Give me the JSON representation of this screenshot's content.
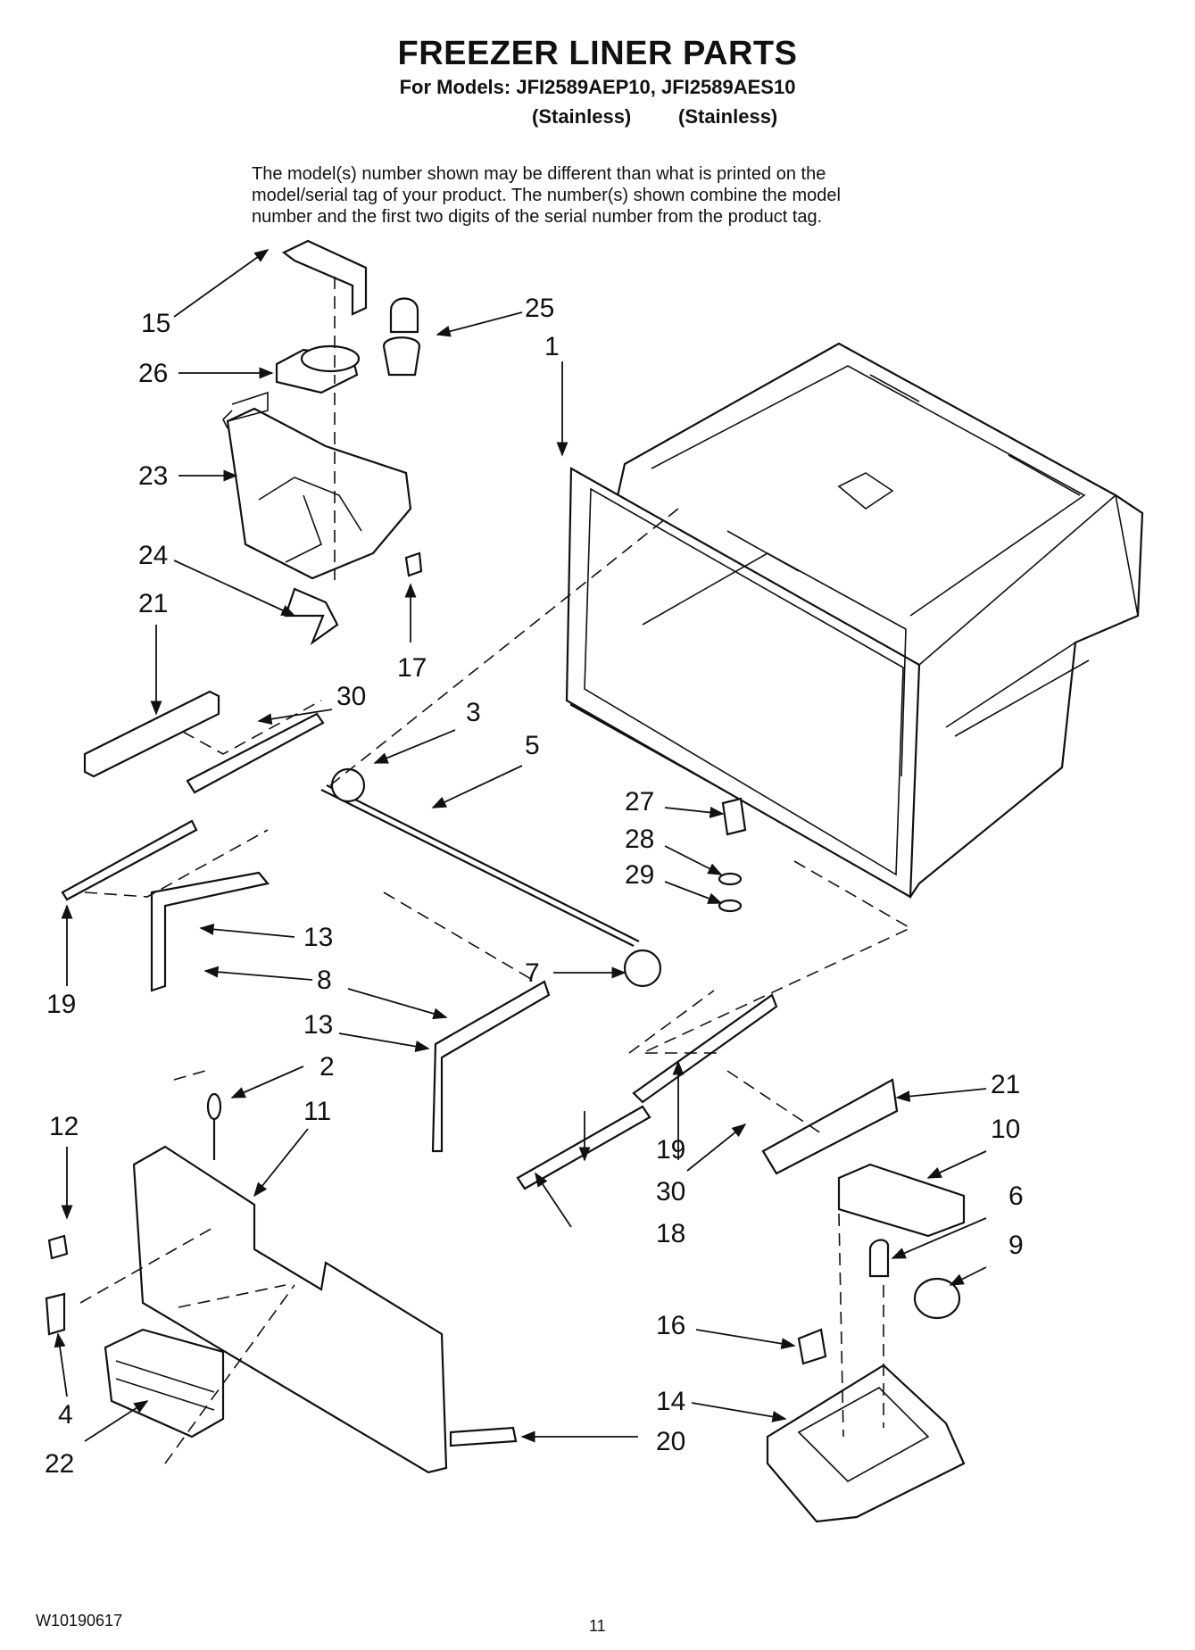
{
  "header": {
    "title": "FREEZER LINER PARTS",
    "models_line": "For Models: JFI2589AEP10, JFI2589AES10",
    "finish_1": "(Stainless)",
    "finish_2": "(Stainless)"
  },
  "note": {
    "line_1": "The model(s) number shown may be different than what is printed on the",
    "line_2": "model/serial tag of your product. The number(s) shown combine the model",
    "line_3": "number and the first two digits of the serial number from the product tag."
  },
  "callouts": {
    "c1": "1",
    "c2": "2",
    "c3": "3",
    "c4": "4",
    "c5": "5",
    "c6": "6",
    "c7": "7",
    "c8": "8",
    "c9": "9",
    "c10": "10",
    "c11": "11",
    "c12": "12",
    "c13a": "13",
    "c13b": "13",
    "c14": "14",
    "c15": "15",
    "c16": "16",
    "c17": "17",
    "c18": "18",
    "c19a": "19",
    "c19b": "19",
    "c20": "20",
    "c21a": "21",
    "c21b": "21",
    "c22": "22",
    "c23": "23",
    "c24": "24",
    "c25": "25",
    "c26": "26",
    "c27": "27",
    "c28": "28",
    "c29": "29",
    "c30a": "30",
    "c30b": "30"
  },
  "footer": {
    "doc_number": "W10190617",
    "page_number": "11"
  }
}
